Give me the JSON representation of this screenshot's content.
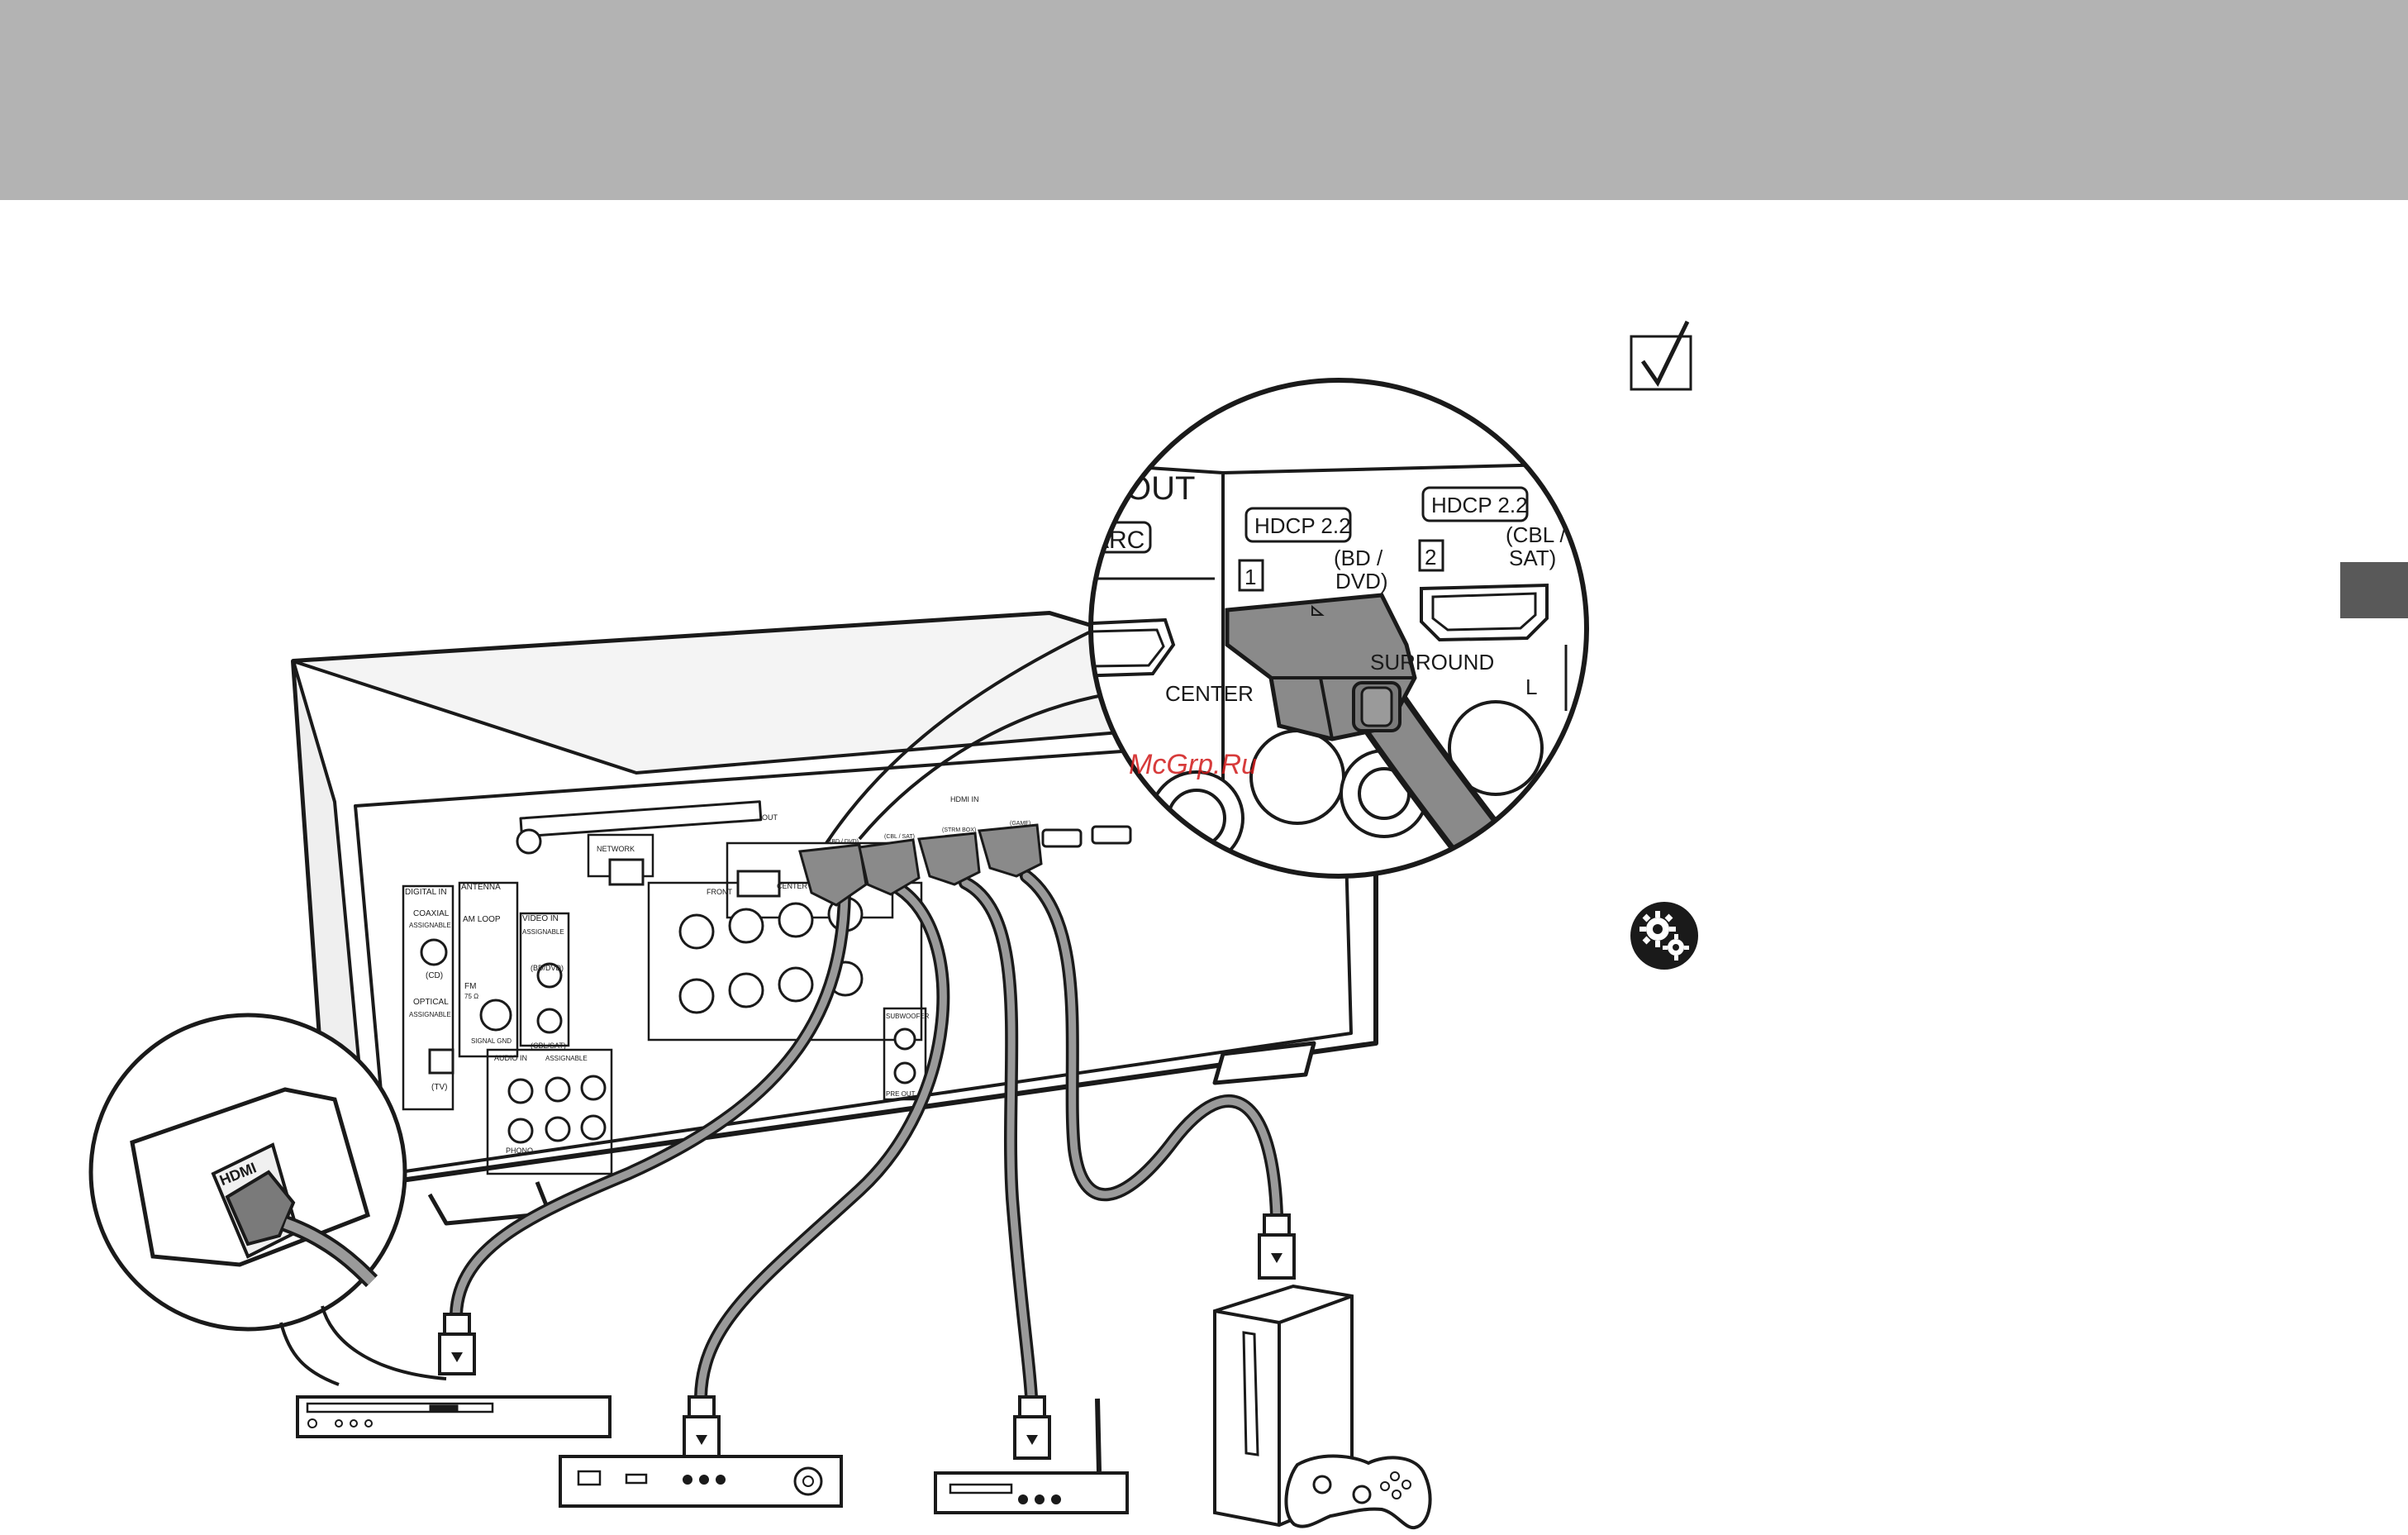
{
  "header": {
    "color": "#b3b3b3"
  },
  "side_tab": {
    "color": "#595959"
  },
  "watermark": {
    "text": "McGrp.Ru",
    "color": "#d11a1a"
  },
  "zoom_detail": {
    "out_label": "OUT",
    "arc_label": "ARC",
    "hdcp_1": "HDCP 2.2",
    "hdcp_2": "HDCP 2.2",
    "port_1_number": "1",
    "port_1_name_line1": "(BD /",
    "port_1_name_line2": "DVD)",
    "port_2_number": "2",
    "port_2_name_line1": "(CBL /",
    "port_2_name_line2": "SAT)",
    "center_label": "CENTER",
    "surround_label": "SURROUND",
    "l_label": "L"
  },
  "tv_detail": {
    "hdmi_label": "HDMI"
  },
  "receiver_panel": {
    "digital_in": "DIGITAL IN",
    "coaxial": "COAXIAL",
    "assignable_1": "ASSIGNABLE",
    "cd": "(CD)",
    "optical": "OPTICAL",
    "assignable_2": "ASSIGNABLE",
    "tv": "(TV)",
    "antenna": "ANTENNA",
    "am_loop": "AM LOOP",
    "fm": "FM",
    "ohm": "75 Ω",
    "signal_gnd": "SIGNAL GND",
    "video_in": "VIDEO IN",
    "video_assignable": "ASSIGNABLE",
    "bd_dvd": "(BD/DVD)",
    "cbl_sat": "(CBL/SAT)",
    "audio_in": "AUDIO IN",
    "audio_assignable": "ASSIGNABLE",
    "phono": "PHONO",
    "network": "NETWORK",
    "front": "FRONT",
    "center": "CENTER",
    "out": "OUT",
    "hdmi_in": "HDMI IN",
    "subwoofer": "SUBWOOFER",
    "pre_out": "PRE OUT",
    "in_1": "(BD / DVD)",
    "in_2": "(CBL / SAT)",
    "in_3": "(STRM BOX)",
    "in_4": "(GAME)"
  },
  "icons": {
    "checkbox": "checkbox-checked-icon",
    "settings": "settings-gears-icon"
  }
}
